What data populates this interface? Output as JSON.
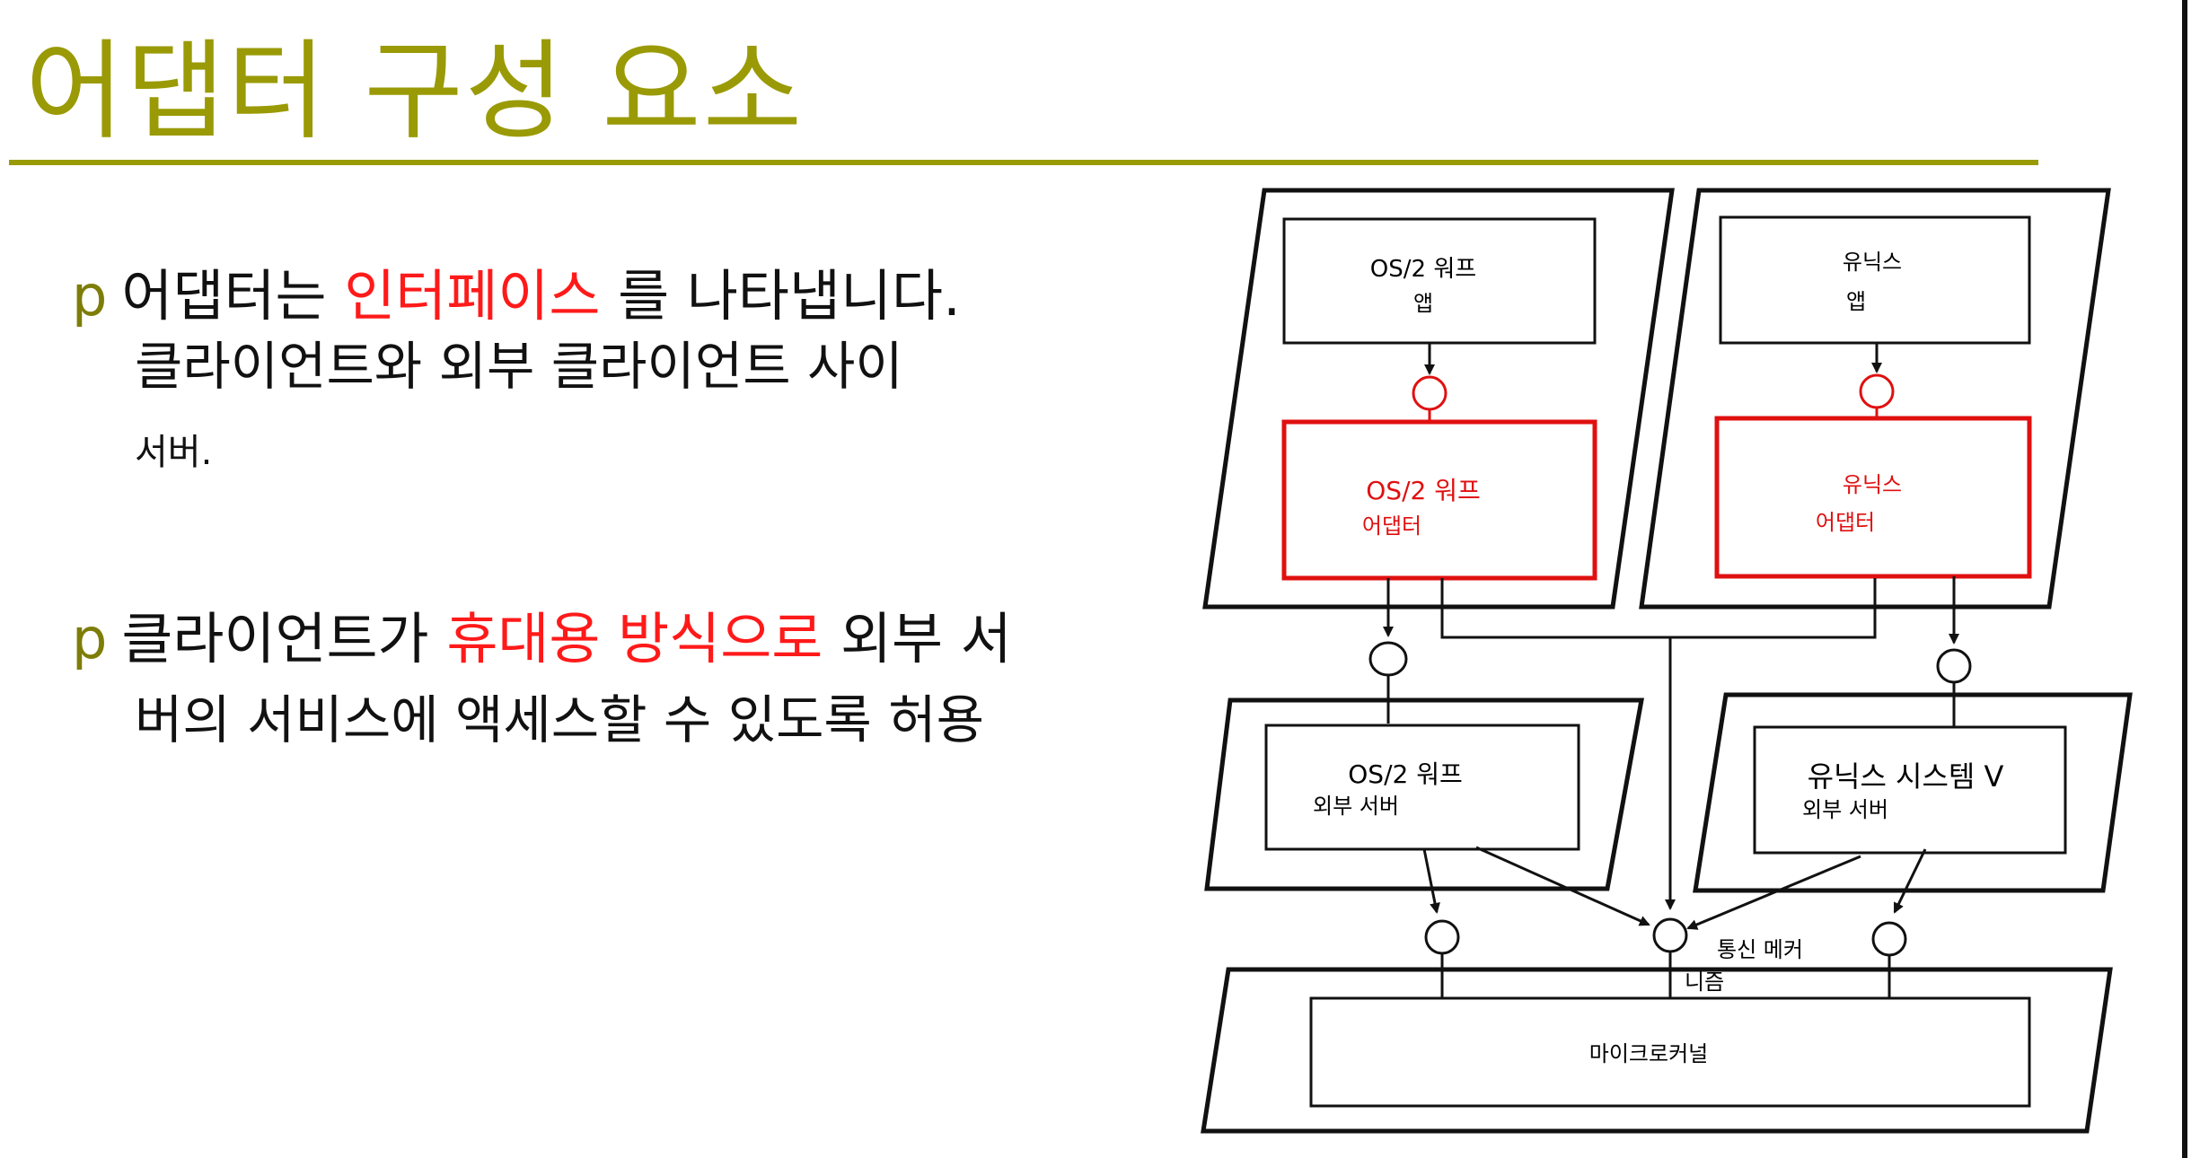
{
  "title": "어댑터 구성 요소",
  "bullets": [
    {
      "marker": "p",
      "line1_before": "어댑터는 ",
      "line1_highlight": "인터페이스",
      "line1_after": " 를 나타냅니다.",
      "line2": "클라이언트와 외부 클라이언트 사이",
      "line3": "서버."
    },
    {
      "marker": "p",
      "line1_before": "클라이언트가 ",
      "line1_highlight": "휴대용 방식으로",
      "line1_after": " 외부 서",
      "line2": "버의 서비스에 액세스할 수 있도록 허용"
    }
  ],
  "diagram": {
    "os2_app": [
      "OS/2 워프",
      "앱"
    ],
    "unix_app": [
      "유닉스",
      "앱"
    ],
    "os2_adapter": [
      "OS/2 워프",
      "어댑터"
    ],
    "unix_adapter": [
      "유닉스",
      "어댑터"
    ],
    "os2_server": [
      "OS/2 워프",
      "외부 서버"
    ],
    "unix_server": [
      "유닉스 시스템 V",
      "외부 서버"
    ],
    "comm_mechanism": [
      "통신 메커",
      "니즘"
    ],
    "microkernel": "마이크로커널"
  },
  "colors": {
    "title": "#9a9a06",
    "bullet_marker": "#7d7d08",
    "highlight": "#ff1a1a",
    "adapter_border": "#e01010"
  }
}
